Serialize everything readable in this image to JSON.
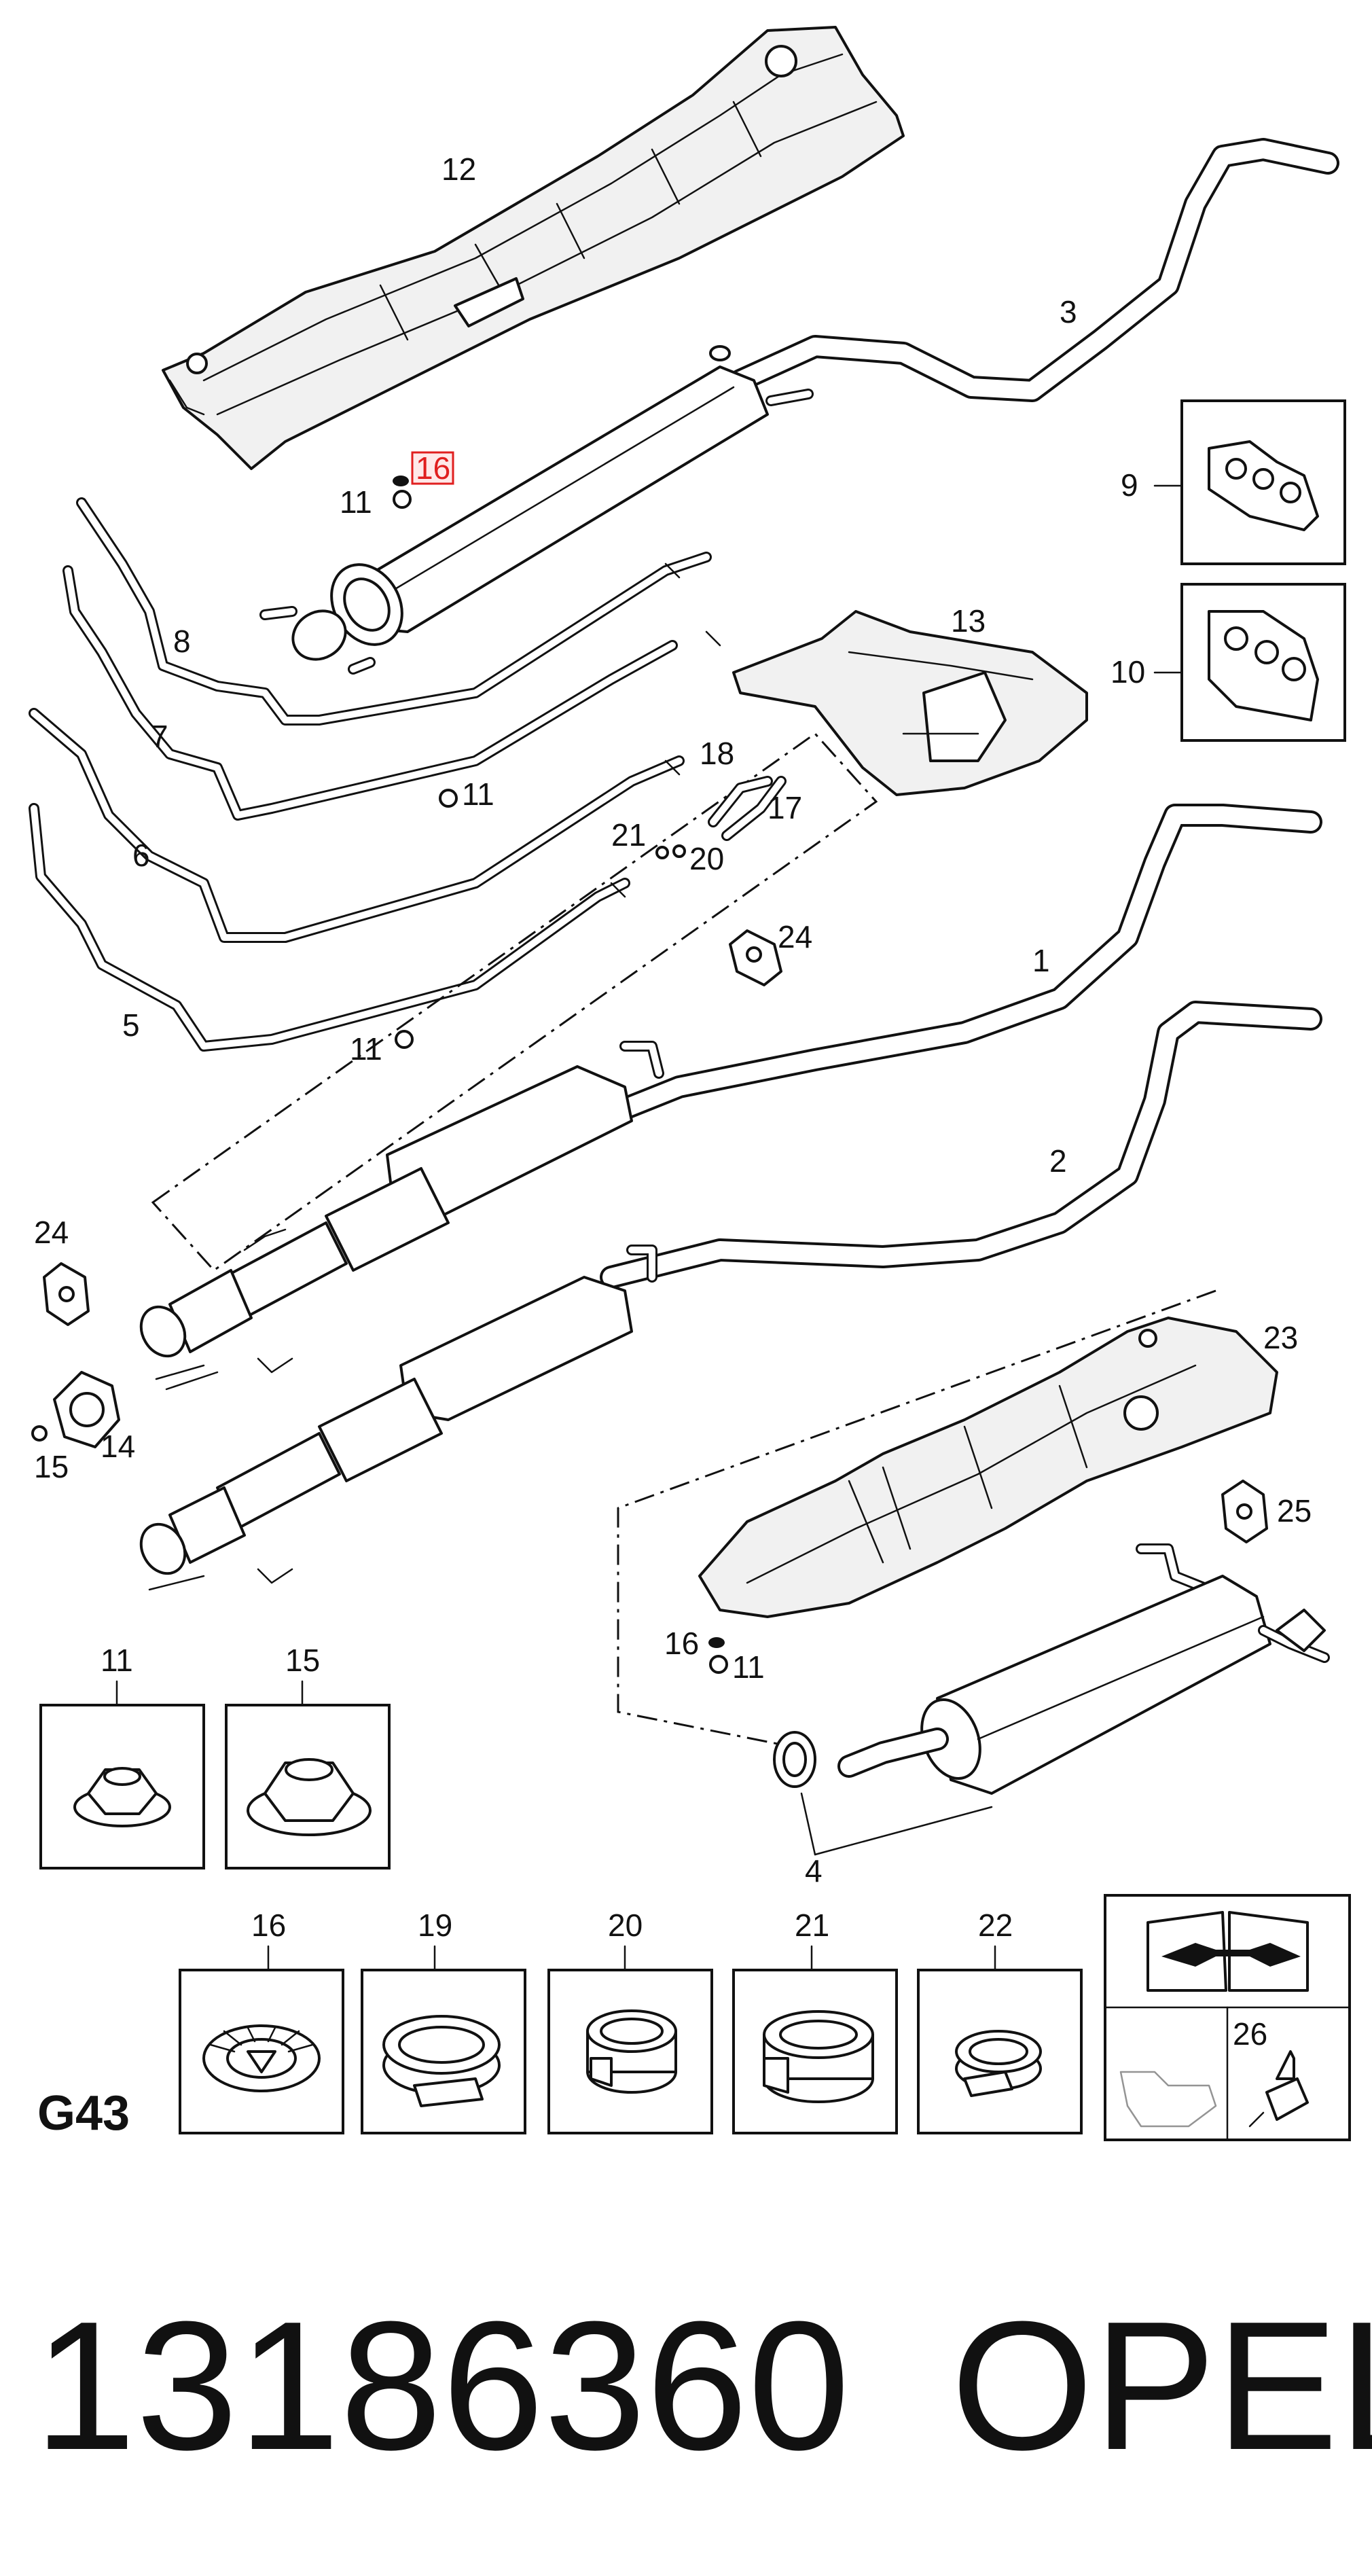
{
  "labels": {
    "p1": "1",
    "p2": "2",
    "p3": "3",
    "p4": "4",
    "p5": "5",
    "p6": "6",
    "p7": "7",
    "p8": "8",
    "p9": "9",
    "p10": "10",
    "p11a": "11",
    "p11b": "11",
    "p11c": "11",
    "p11d": "11",
    "p12": "12",
    "p13": "13",
    "p14": "14",
    "p15": "15",
    "p16a": "16",
    "p16b": "16",
    "p17": "17",
    "p18": "18",
    "p20": "20",
    "p21": "21",
    "p23": "23",
    "p24a": "24",
    "p24b": "24",
    "p25": "25"
  },
  "highlight": {
    "label": "16",
    "color": "#e01f1f"
  },
  "legend": {
    "row1": [
      {
        "label": "11",
        "icon": "flange-nut-icon"
      },
      {
        "label": "15",
        "icon": "large-flange-nut-icon"
      }
    ],
    "row2": [
      {
        "label": "16",
        "icon": "rubber-grommet-icon"
      },
      {
        "label": "19",
        "icon": "hose-clamp-icon"
      },
      {
        "label": "20",
        "icon": "clamp-icon"
      },
      {
        "label": "21",
        "icon": "clamp-icon"
      },
      {
        "label": "22",
        "icon": "spring-clamp-icon"
      }
    ],
    "tool_icon": "manual-wrench-icon",
    "sealant_label": "26",
    "sealant_icon": "sealant-tube-icon"
  },
  "group_code": "G43",
  "footer": {
    "part_number": "13186360",
    "brand": "OPEL"
  }
}
